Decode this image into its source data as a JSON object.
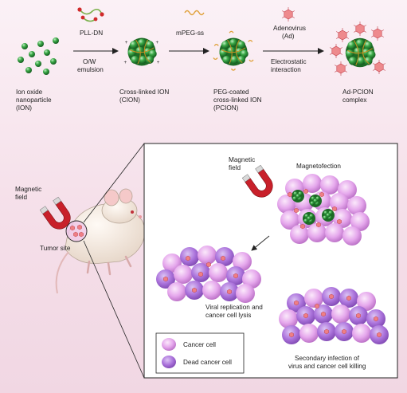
{
  "steps": {
    "ion": {
      "line1": "Ion oxide",
      "line2": "nanoparticle",
      "line3": "(ION)"
    },
    "cion": {
      "line1": "Cross-linked ION",
      "line2": "(CION)"
    },
    "pcion": {
      "line1": "PEG-coated",
      "line2": "cross-linked ION",
      "line3": "(PCION)"
    },
    "adpcion": {
      "line1": "Ad-PCION",
      "line2": "complex"
    }
  },
  "reagents": {
    "pll": "PLL-DN",
    "emulsion1": "O/W",
    "emulsion2": "emulsion",
    "peg": "mPEG-ss",
    "adeno1": "Adenovirus",
    "adeno2": "(Ad)",
    "electro1": "Electrostatic",
    "electro2": "interaction"
  },
  "mouse_panel": {
    "magnet1": "Magnetic",
    "magnet2": "field",
    "tumor": "Tumor site"
  },
  "zoom_panel": {
    "magnet1": "Magnetic",
    "magnet2": "field",
    "magnetofection": "Magnetofection",
    "lysis1": "Viral replication and",
    "lysis2": "cancer cell lysis",
    "secondary1": "Secondary infection of",
    "secondary2": "virus and cancer cell killing"
  },
  "legend": {
    "cancer": "Cancer cell",
    "dead": "Dead cancer cell"
  },
  "colors": {
    "nanoparticle": "#2f9b3a",
    "cell": "#c98ad6",
    "dead_cell": "#a76fd0",
    "virus": "#e9747a",
    "peg": "#e0a13a",
    "magnet": "#c8202a"
  }
}
